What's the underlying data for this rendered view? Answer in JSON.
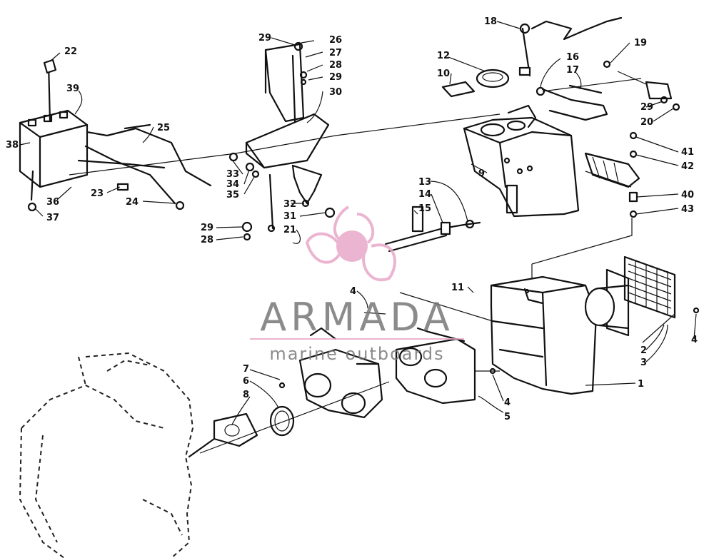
{
  "watermark": {
    "brand": "ARMADA",
    "tagline": "marine outboards",
    "colors": {
      "logo": "#e8a8c8",
      "text": "#7a7a7a",
      "line": "#e8a8c8"
    }
  },
  "callouts": [
    {
      "id": "c1",
      "label": "1"
    },
    {
      "id": "c2",
      "label": "2"
    },
    {
      "id": "c3",
      "label": "3"
    },
    {
      "id": "c4a",
      "label": "4"
    },
    {
      "id": "c4b",
      "label": "4"
    },
    {
      "id": "c4c",
      "label": "4"
    },
    {
      "id": "c5",
      "label": "5"
    },
    {
      "id": "c6",
      "label": "6"
    },
    {
      "id": "c7",
      "label": "7"
    },
    {
      "id": "c8",
      "label": "8"
    },
    {
      "id": "c9",
      "label": "9"
    },
    {
      "id": "c10",
      "label": "10"
    },
    {
      "id": "c11",
      "label": "11"
    },
    {
      "id": "c12",
      "label": "12"
    },
    {
      "id": "c13",
      "label": "13"
    },
    {
      "id": "c14",
      "label": "14"
    },
    {
      "id": "c15",
      "label": "15"
    },
    {
      "id": "c16",
      "label": "16"
    },
    {
      "id": "c17",
      "label": "17"
    },
    {
      "id": "c18",
      "label": "18"
    },
    {
      "id": "c19",
      "label": "19"
    },
    {
      "id": "c20",
      "label": "20"
    },
    {
      "id": "c21",
      "label": "21"
    },
    {
      "id": "c22",
      "label": "22"
    },
    {
      "id": "c23",
      "label": "23"
    },
    {
      "id": "c24",
      "label": "24"
    },
    {
      "id": "c25",
      "label": "25"
    },
    {
      "id": "c26",
      "label": "26"
    },
    {
      "id": "c27",
      "label": "27"
    },
    {
      "id": "c28a",
      "label": "28"
    },
    {
      "id": "c28b",
      "label": "28"
    },
    {
      "id": "c29a",
      "label": "29"
    },
    {
      "id": "c29b",
      "label": "29"
    },
    {
      "id": "c29c",
      "label": "29"
    },
    {
      "id": "c29d",
      "label": "29"
    },
    {
      "id": "c30",
      "label": "30"
    },
    {
      "id": "c31",
      "label": "31"
    },
    {
      "id": "c32",
      "label": "32"
    },
    {
      "id": "c33",
      "label": "33"
    },
    {
      "id": "c34",
      "label": "34"
    },
    {
      "id": "c35",
      "label": "35"
    },
    {
      "id": "c36",
      "label": "36"
    },
    {
      "id": "c37",
      "label": "37"
    },
    {
      "id": "c38",
      "label": "38"
    },
    {
      "id": "c39",
      "label": "39"
    },
    {
      "id": "c40",
      "label": "40"
    },
    {
      "id": "c41",
      "label": "41"
    },
    {
      "id": "c42",
      "label": "42"
    },
    {
      "id": "c43",
      "label": "43"
    }
  ]
}
